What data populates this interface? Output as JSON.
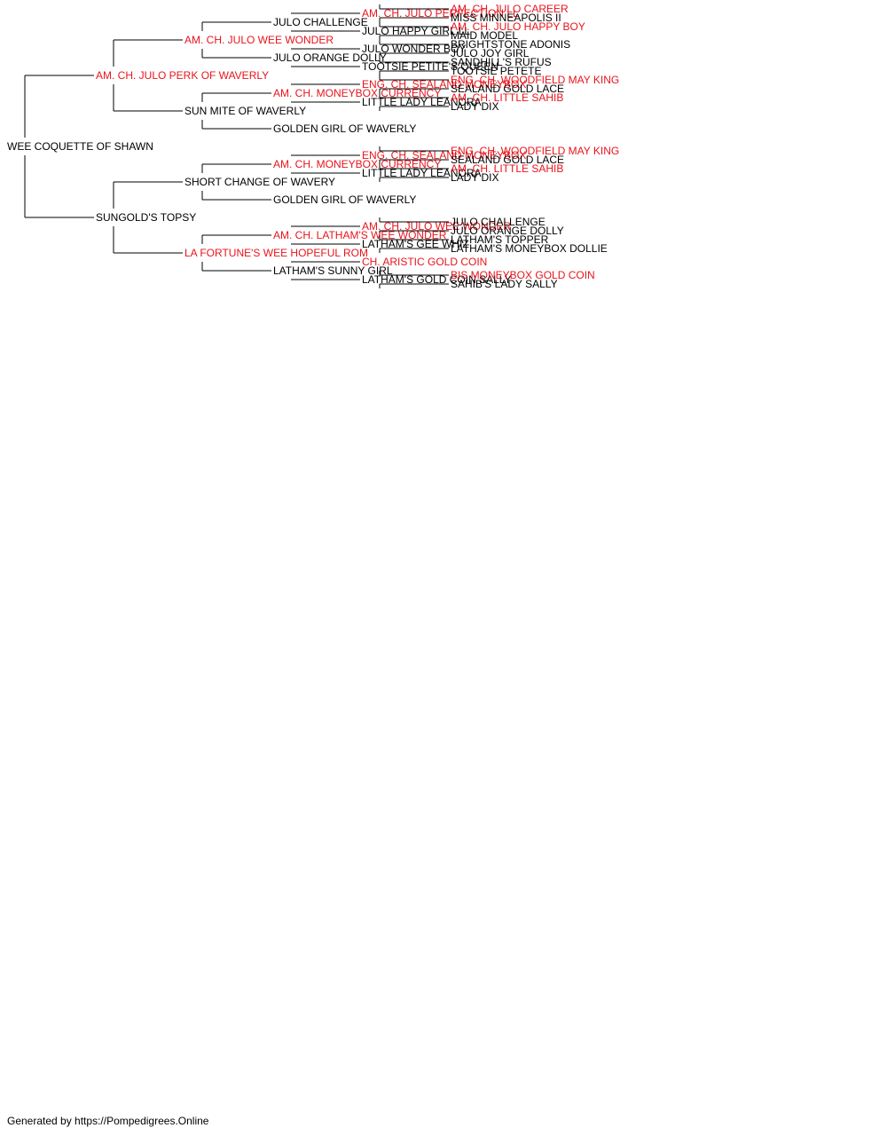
{
  "colors": {
    "champion": "#e8141c",
    "normal": "#000000",
    "line": "#000000"
  },
  "footer": "Generated by https://Pompedigrees.Online",
  "pedigree": {
    "name": "WEE COQUETTE OF SHAWN",
    "sire": {
      "name": "AM. CH. JULO PERK OF WAVERLY",
      "champion": true,
      "sire": {
        "name": "AM. CH. JULO WEE WONDER",
        "champion": true,
        "sire": {
          "name": "JULO CHALLENGE",
          "sire": {
            "name": "AM. CH. JULO PERFECTION LL",
            "champion": true,
            "sire": {
              "name": "AM. CH. JULO CAREER",
              "champion": true
            },
            "dam": {
              "name": "MISS MINNEAPOLIS II"
            }
          },
          "dam": {
            "name": "JULO HAPPY GIRL LL",
            "sire": {
              "name": "AM. CH. JULO HAPPY BOY",
              "champion": true
            },
            "dam": {
              "name": "MAID MODEL"
            }
          }
        },
        "dam": {
          "name": "JULO ORANGE DOLLY",
          "sire": {
            "name": "JULO WONDER BOY",
            "sire": {
              "name": "BRIGHTSTONE ADONIS"
            },
            "dam": {
              "name": "JULO JOY GIRL"
            }
          },
          "dam": {
            "name": "TOOTSIE PETITE'S QUEEN",
            "sire": {
              "name": "SANDHILL'S RUFUS"
            },
            "dam": {
              "name": "TOOTSIE PETETE"
            }
          }
        }
      },
      "dam": {
        "name": "SUN MITE OF WAVERLY",
        "sire": {
          "name": "AM. CH. MONEYBOX CURRENCY",
          "champion": true,
          "sire": {
            "name": "ENG. CH. SEALAND MONEYBOX",
            "champion": true,
            "sire": {
              "name": "ENG. CH. WOODFIELD MAY KING",
              "champion": true
            },
            "dam": {
              "name": "SEALAND GOLD LACE"
            }
          },
          "dam": {
            "name": "LITTLE LADY LEANORA",
            "sire": {
              "name": "AM. CH. LITTLE SAHIB",
              "champion": true
            },
            "dam": {
              "name": "LADY DIX"
            }
          }
        },
        "dam": {
          "name": "GOLDEN GIRL OF WAVERLY"
        }
      }
    },
    "dam": {
      "name": "SUNGOLD'S TOPSY",
      "sire": {
        "name": "SHORT CHANGE OF WAVERY",
        "sire": {
          "name": "AM. CH. MONEYBOX CURRENCY",
          "champion": true,
          "sire": {
            "name": "ENG. CH. SEALAND MONEYBOX",
            "champion": true,
            "sire": {
              "name": "ENG. CH. WOODFIELD MAY KING",
              "champion": true
            },
            "dam": {
              "name": "SEALAND GOLD LACE"
            }
          },
          "dam": {
            "name": "LITTLE LADY LEANORA",
            "sire": {
              "name": "AM. CH. LITTLE SAHIB",
              "champion": true
            },
            "dam": {
              "name": "LADY DIX"
            }
          }
        },
        "dam": {
          "name": "GOLDEN GIRL OF WAVERLY"
        }
      },
      "dam": {
        "name": "LA FORTUNE'S WEE HOPEFUL ROM",
        "champion": true,
        "sire": {
          "name": "AM. CH. LATHAM'S WEE WONDER",
          "champion": true,
          "sire": {
            "name": "AM. CH. JULO WEE WONDER",
            "champion": true,
            "sire": {
              "name": "JULO CHALLENGE"
            },
            "dam": {
              "name": "JULO ORANGE DOLLY"
            }
          },
          "dam": {
            "name": "LATHAM'S GEE WHIZ",
            "sire": {
              "name": "LATHAM'S TOPPER"
            },
            "dam": {
              "name": "LATHAM'S MONEYBOX DOLLIE"
            }
          }
        },
        "dam": {
          "name": "LATHAM'S SUNNY GIRL",
          "sire": {
            "name": "CH. ARISTIC GOLD COIN",
            "champion": true
          },
          "dam": {
            "name": "LATHAM'S GOLD COIN SALLY",
            "sire": {
              "name": "BIS MONEYBOX GOLD COIN",
              "champion": true
            },
            "dam": {
              "name": "SAHIB'S LADY SALLY"
            }
          }
        }
      }
    }
  }
}
